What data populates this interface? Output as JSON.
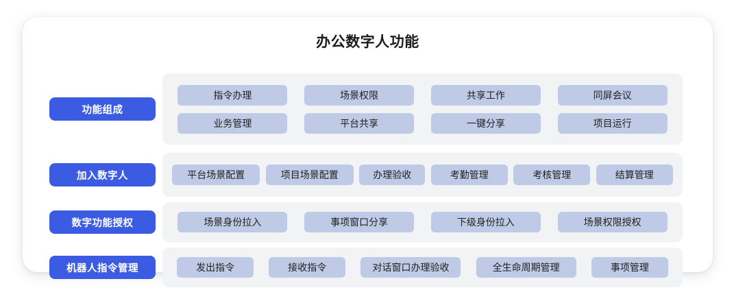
{
  "diagram": {
    "title": "办公数字人功能",
    "accent_color": "#3b5ce2",
    "chip_color": "#bfcbe6",
    "panel_color": "#f2f3f5",
    "card_color": "#ffffff",
    "rows": [
      {
        "label": "功能组成",
        "lines": [
          [
            "指令办理",
            "场景权限",
            "共享工作",
            "同屏会议"
          ],
          [
            "业务管理",
            "平台共享",
            "一键分享",
            "项目运行"
          ]
        ]
      },
      {
        "label": "加入数字人",
        "lines": [
          [
            "平台场景配置",
            "项目场景配置",
            "办理验收",
            "考勤管理",
            "考核管理",
            "结算管理"
          ]
        ]
      },
      {
        "label": "数字功能授权",
        "lines": [
          [
            "场景身份拉入",
            "事项窗口分享",
            "下级身份拉入",
            "场景权限授权"
          ]
        ]
      },
      {
        "label": "机器人指令管理",
        "lines": [
          [
            "发出指令",
            "接收指令",
            "对话窗口办理验收",
            "全生命周期管理",
            "事项管理"
          ]
        ]
      }
    ]
  }
}
